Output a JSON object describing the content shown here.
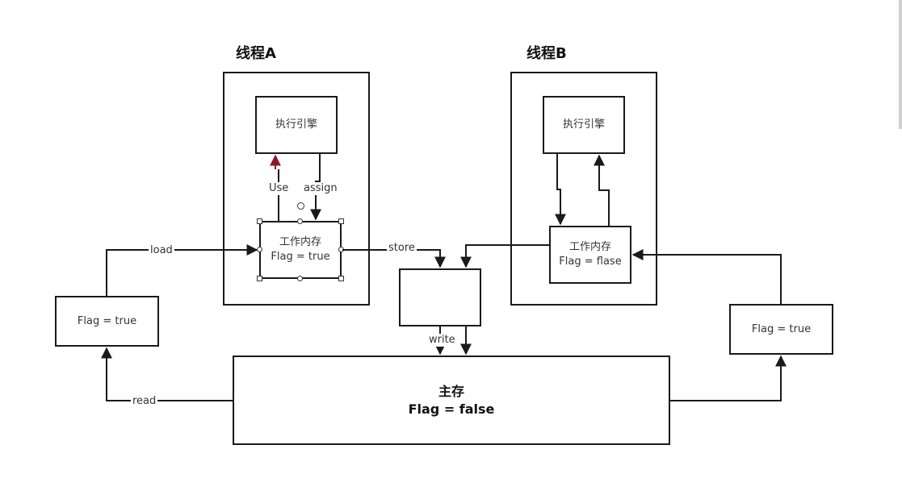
{
  "threads": {
    "a": {
      "title": "线程A",
      "engine": "执行引擎",
      "memory": "工作内存\nFlag = true"
    },
    "b": {
      "title": "线程B",
      "engine": "执行引擎",
      "memory": "工作内存\nFlag = flase"
    }
  },
  "main_memory": {
    "label": "主存\nFlag = false"
  },
  "copies": {
    "left": "Flag = true",
    "right": "Flag = true"
  },
  "edges": {
    "use": "Use",
    "assign": "assign",
    "load": "load",
    "store": "store",
    "write": "write",
    "read": "read"
  },
  "colors": {
    "stroke": "#1a1a1a",
    "use_arrow": "#8b1a2b",
    "handle": "#333333"
  }
}
